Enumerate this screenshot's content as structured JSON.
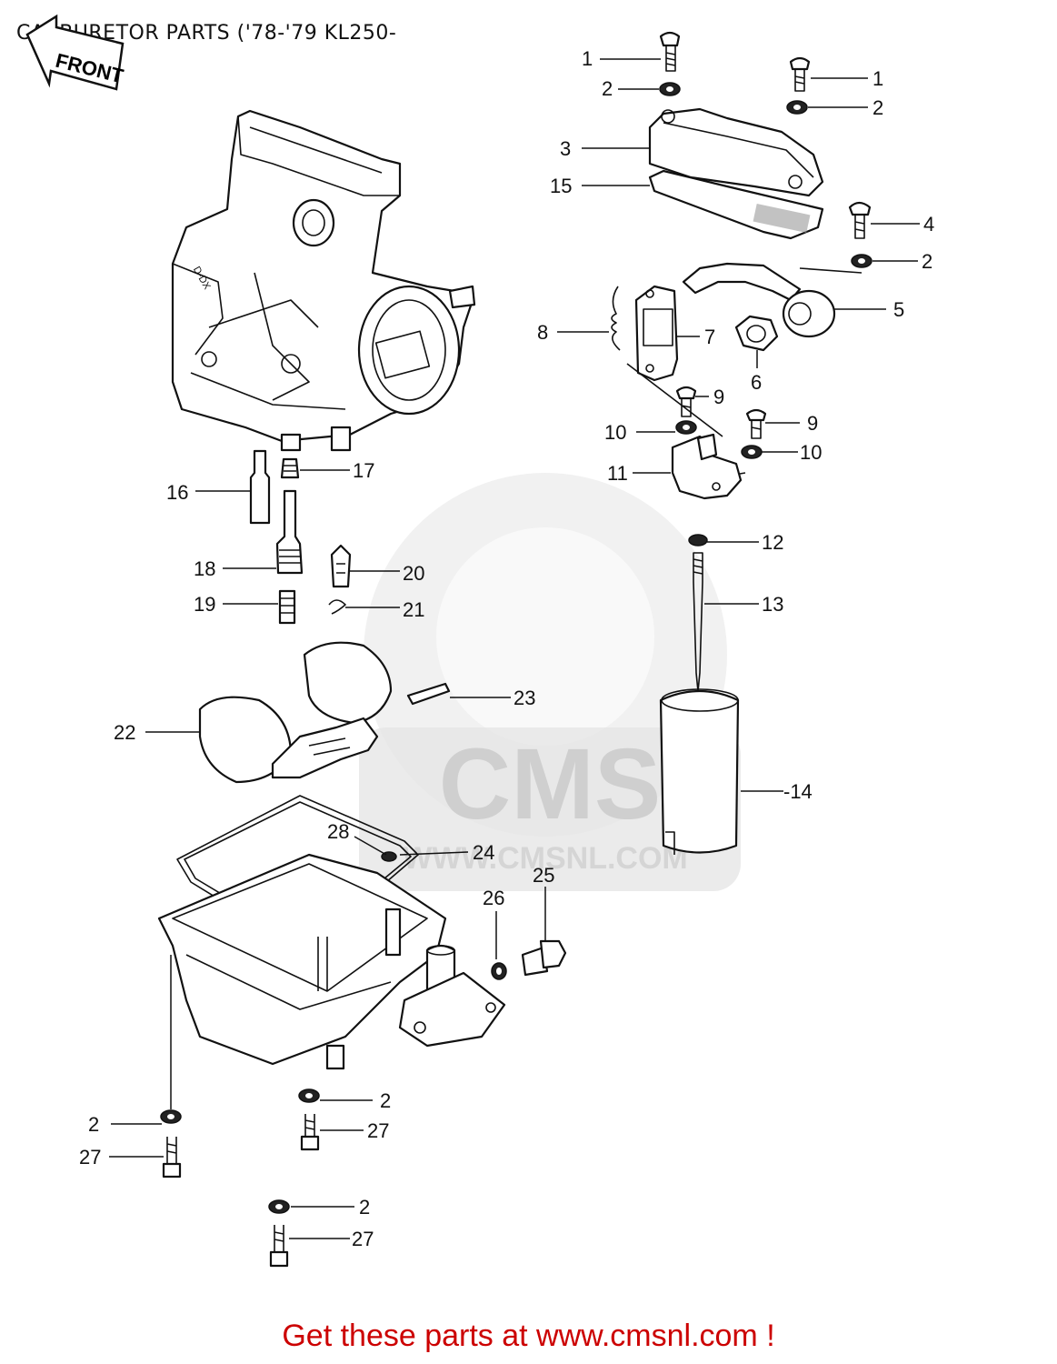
{
  "title": "CARBURETOR PARTS ('78-'79 KL250-",
  "front_label": "FRONT",
  "footer": "Get these parts at www.cmsnl.com !",
  "watermark": {
    "brand": "CMS",
    "url": "WWW.CMSNL.COM"
  },
  "callouts": {
    "c1a": "1",
    "c2a": "2",
    "c1b": "1",
    "c2b": "2",
    "c3": "3",
    "c15": "15",
    "c4": "4",
    "c2c": "2",
    "c5": "5",
    "c8": "8",
    "c7": "7",
    "c6": "6",
    "c9a": "9",
    "c10a": "10",
    "c9b": "9",
    "c10b": "10",
    "c11": "11",
    "c12": "12",
    "c13": "13",
    "c16": "16",
    "c17": "17",
    "c18": "18",
    "c19": "19",
    "c20": "20",
    "c21": "21",
    "c22": "22",
    "c23": "23",
    "c14": "-14",
    "c28": "28",
    "c24": "24",
    "c26": "26",
    "c25": "25",
    "c2d": "2",
    "c27a": "27",
    "c2e": "2",
    "c27b": "27",
    "c2f": "2",
    "c27c": "27"
  },
  "colors": {
    "footer": "#cc0000",
    "ink": "#111111",
    "watermark": "#e6e6e6"
  }
}
